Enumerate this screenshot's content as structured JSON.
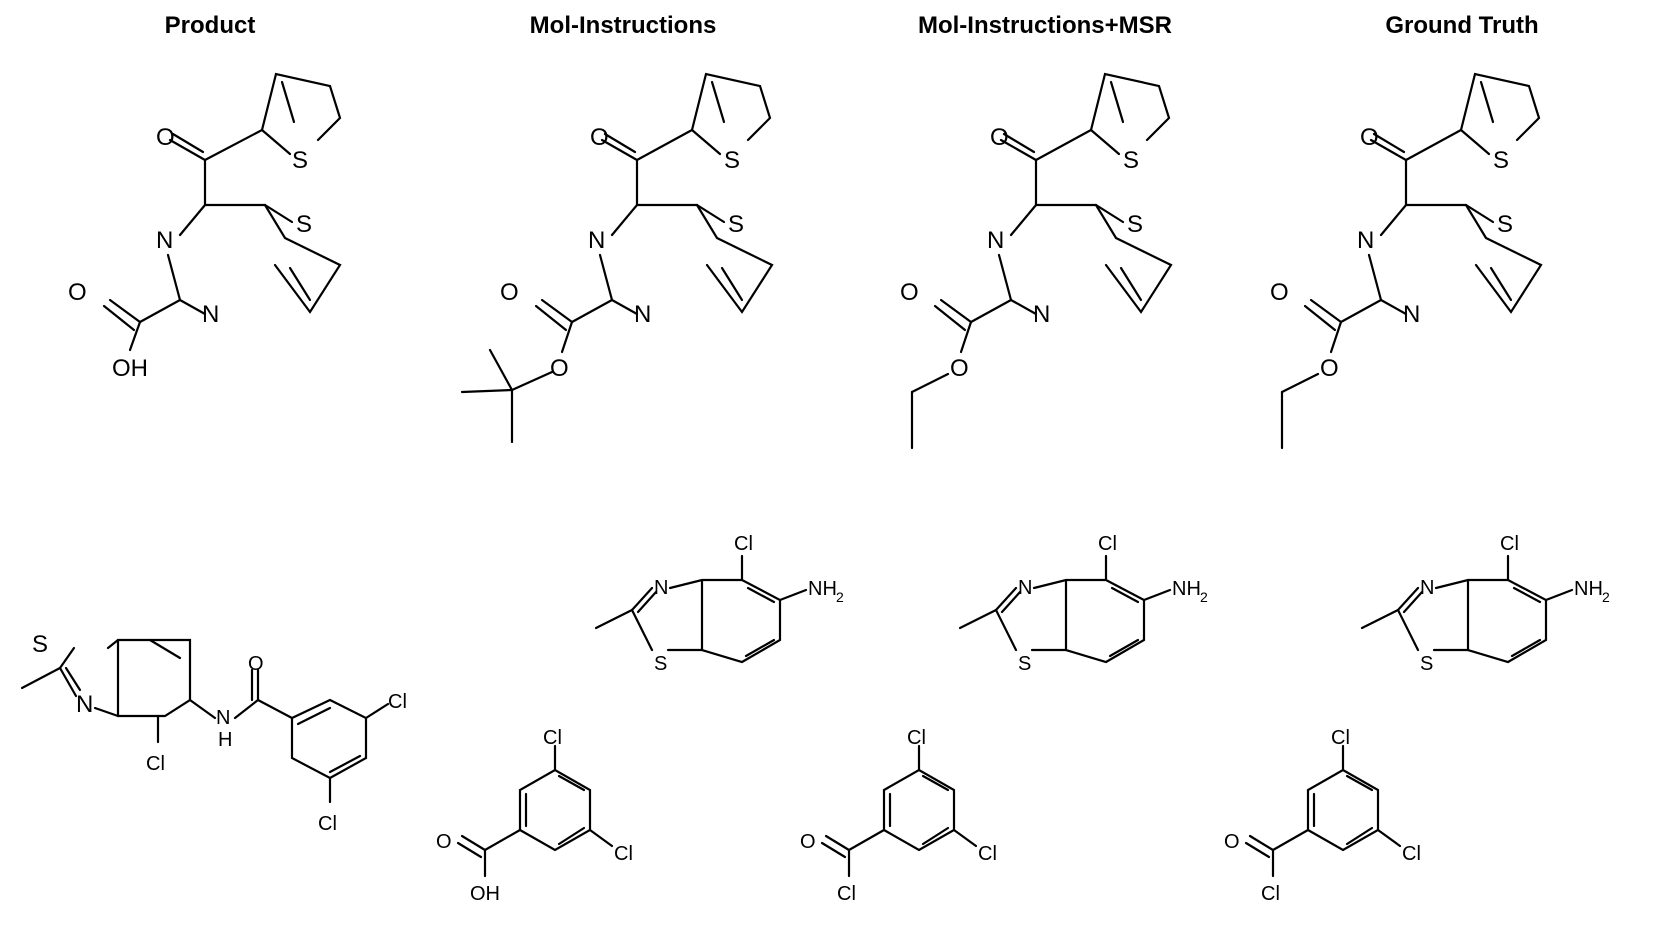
{
  "columns": {
    "product": "Product",
    "mol_instructions": "Mol-Instructions",
    "mol_instructions_msr": "Mol-Instructions+MSR",
    "ground_truth": "Ground Truth"
  },
  "atoms": {
    "O": "O",
    "OH": "OH",
    "N": "N",
    "S": "S",
    "Cl": "Cl",
    "NH": "N",
    "H": "H",
    "NH2": "NH",
    "sub2": "2"
  }
}
